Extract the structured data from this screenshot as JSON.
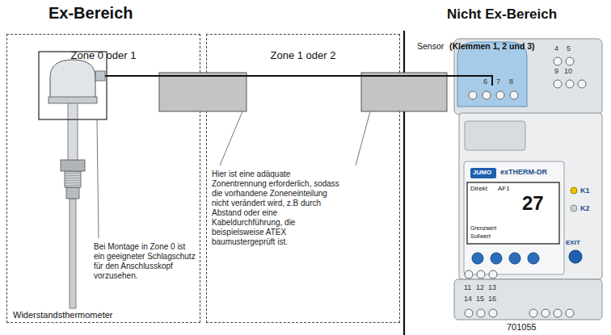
{
  "diagram": {
    "nodes": [
      {
        "text": [
          "Zone 0 oder 1"
        ]
      },
      {
        "text": [
          "Zone 1 oder 2"
        ]
      }
    ],
    "labels": [
      "Ex-Bereich",
      "Nicht Ex-Bereich",
      "Bei Montage in Zone 0 ist ein geeigneter Schlagschutz für den Anschlusskopf vorzusehen.",
      "Hier ist eine adäquate Zonentrennung erforderlich, sodass die vorhandene Zoneneinteilung nicht verändert wird, z.B durch Abstand oder eine Kabeldurchführung, die beispielsweise ATEX baumustergeprüft ist.",
      "Widerstandsthermometer",
      "Sensor",
      "(Klemmen 1, 2 und 3)",
      "701055",
      "4",
      "5",
      "9",
      "10",
      "6",
      "7",
      "8",
      "11",
      "12",
      "13",
      "14",
      "15",
      "16",
      "JUMO",
      "exTHERM-DR",
      "Direkt",
      "AF1",
      "27",
      "Grenzwert",
      "Sollwert",
      "K1",
      "K2",
      "EXIT"
    ]
  }
}
